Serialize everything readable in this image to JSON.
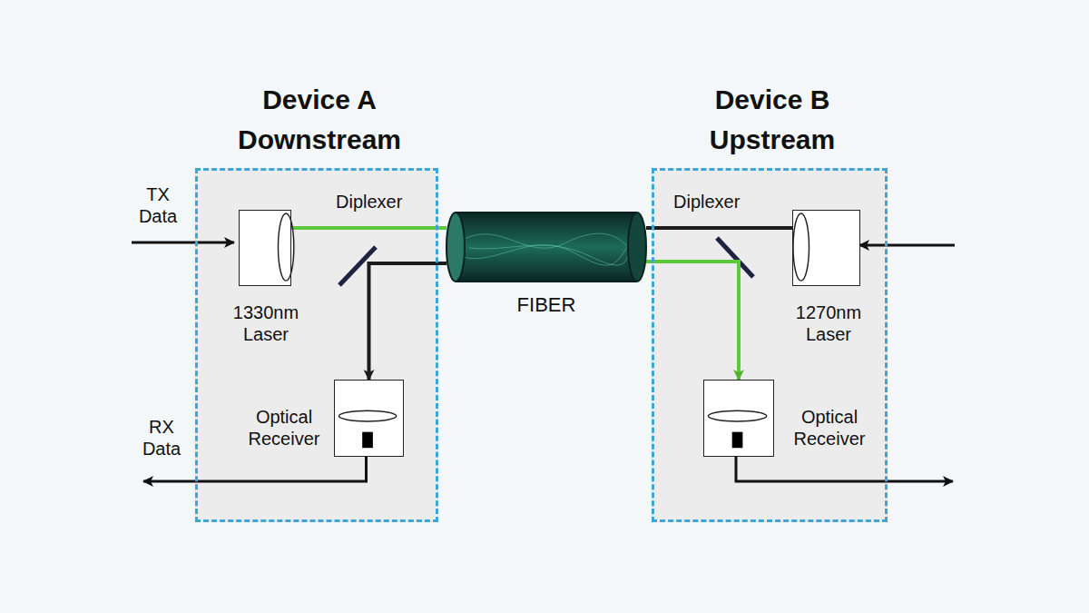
{
  "diagram": {
    "nodes": [
      {
        "text": [
          "Device A Downstream"
        ]
      },
      {
        "text": [
          "1330nm Laser"
        ],
        "in": 0
      },
      {
        "text": [
          "Optical Receiver"
        ],
        "in": 0
      },
      {
        "text": [
          "FIBER"
        ]
      },
      {
        "text": [
          "Device B Upstream"
        ]
      },
      {
        "text": [
          "1270nm Laser"
        ],
        "in": 4
      },
      {
        "text": [
          "Optical Receiver"
        ],
        "in": 4
      }
    ],
    "edges": [
      {
        "from": 1,
        "to": 3,
        "arrow": "none"
      },
      {
        "from": 3,
        "to": 2,
        "arrow": "to"
      },
      {
        "from": 5,
        "to": 3,
        "arrow": "none"
      },
      {
        "from": 3,
        "to": 6,
        "arrow": "to"
      }
    ],
    "labels": [
      "TX Data",
      "RX Data",
      "Diplexer",
      "Diplexer"
    ]
  }
}
